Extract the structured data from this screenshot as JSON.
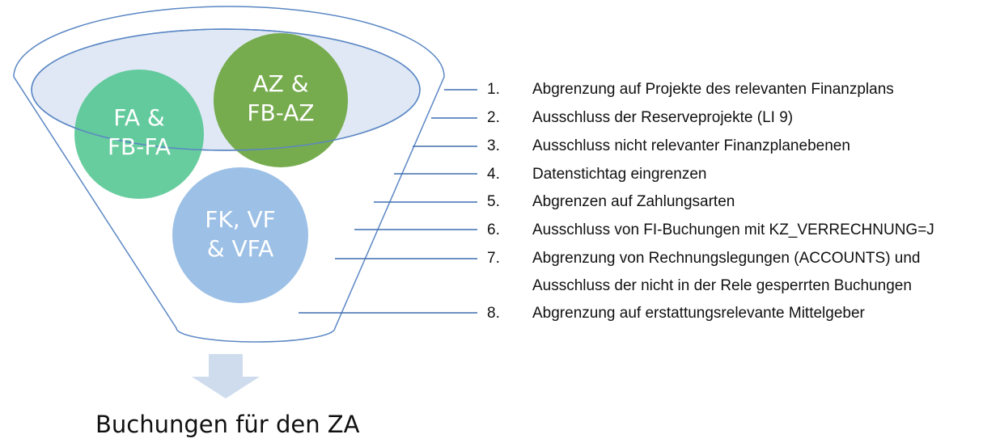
{
  "colors": {
    "funnel_stroke": "#5b87c4",
    "funnel_fill": "#ffffff",
    "top_ellipse_fill": "#dfe8f4",
    "circle_fa": "#4dc48d",
    "circle_az": "#70a844",
    "circle_fk": "#9dc0e6",
    "arrow": "#cfdcee",
    "connector": "#3f6eb0"
  },
  "circles": [
    {
      "id": "fa",
      "label_lines": [
        "FA &",
        "FB-FA"
      ]
    },
    {
      "id": "az",
      "label_lines": [
        "AZ &",
        "FB-AZ"
      ]
    },
    {
      "id": "fk",
      "label_lines": [
        "FK, VF",
        "& VFA"
      ]
    }
  ],
  "steps": [
    {
      "num": "1.",
      "lines": [
        "Abgrenzung auf Projekte des relevanten Finanzplans"
      ]
    },
    {
      "num": "2.",
      "lines": [
        "Ausschluss der Reserveprojekte (LI 9)"
      ]
    },
    {
      "num": "3.",
      "lines": [
        "Ausschluss nicht relevanter Finanzplanebenen"
      ]
    },
    {
      "num": "4.",
      "lines": [
        "Datenstichtag eingrenzen"
      ]
    },
    {
      "num": "5.",
      "lines": [
        "Abgrenzen auf Zahlungsarten"
      ]
    },
    {
      "num": "6.",
      "lines": [
        "Ausschluss von FI-Buchungen mit KZ_VERRECHNUNG=J"
      ]
    },
    {
      "num": "7.",
      "lines": [
        "Abgrenzung von Rechnungslegungen (ACCOUNTS) und",
        "Ausschluss der nicht in der Rele gesperrten Buchungen"
      ]
    },
    {
      "num": "8.",
      "lines": [
        "Abgrenzung auf erstattungsrelevante Mittelgeber"
      ]
    }
  ],
  "result_label": "Buchungen für den ZA"
}
